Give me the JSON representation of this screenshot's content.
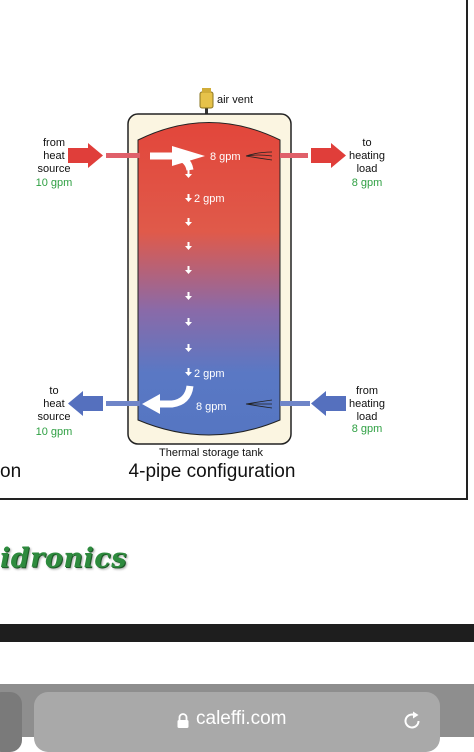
{
  "diagram": {
    "air_vent": "air vent",
    "top_left": {
      "line1": "from",
      "line2": "heat",
      "line3": "source",
      "flow": "10 gpm"
    },
    "top_right": {
      "line1": "to",
      "line2": "heating",
      "line3": "load",
      "flow": "8 gpm"
    },
    "bottom_left": {
      "line1": "to",
      "line2": "heat",
      "line3": "source",
      "flow": "10 gpm"
    },
    "bottom_right": {
      "line1": "from",
      "line2": "heating",
      "line3": "load",
      "flow": "8 gpm"
    },
    "top_flow": "8 gpm",
    "bottom_flow": "8 gpm",
    "down_flow_top": "2 gpm",
    "down_flow_bottom": "2 gpm",
    "tank_label": "Thermal storage tank",
    "caption": "4-pipe configuration",
    "prev_caption_fragment": "on"
  },
  "logo": {
    "text": "idronics"
  },
  "browser": {
    "url": "caleffi.com",
    "icons": [
      "lock-icon",
      "reload-icon"
    ]
  },
  "colors": {
    "hot": "#e0403a",
    "cold": "#5273c0",
    "flow_green": "#2fa043",
    "tank_fill": "#fbf5e1"
  }
}
